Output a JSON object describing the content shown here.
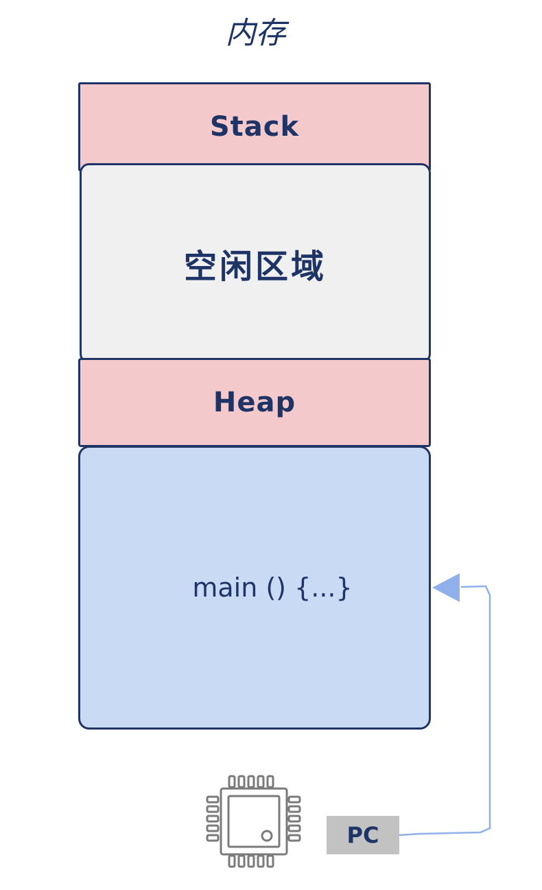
{
  "title": "内存",
  "blocks": {
    "stack": "Stack",
    "free": "空闲区域",
    "heap": "Heap",
    "code": "main () {...}"
  },
  "pc_label": "PC",
  "icons": {
    "cpu": "cpu-chip-icon",
    "arrow": "arrow-head-icon"
  },
  "colors": {
    "outline": "#1e3466",
    "stack_heap": "#f4c9cb",
    "free": "#f0f0f0",
    "code": "#c9daf5",
    "arrow": "#8fb0ea",
    "pc_box": "#c2c2c2",
    "cpu": "#7a7a7a"
  }
}
